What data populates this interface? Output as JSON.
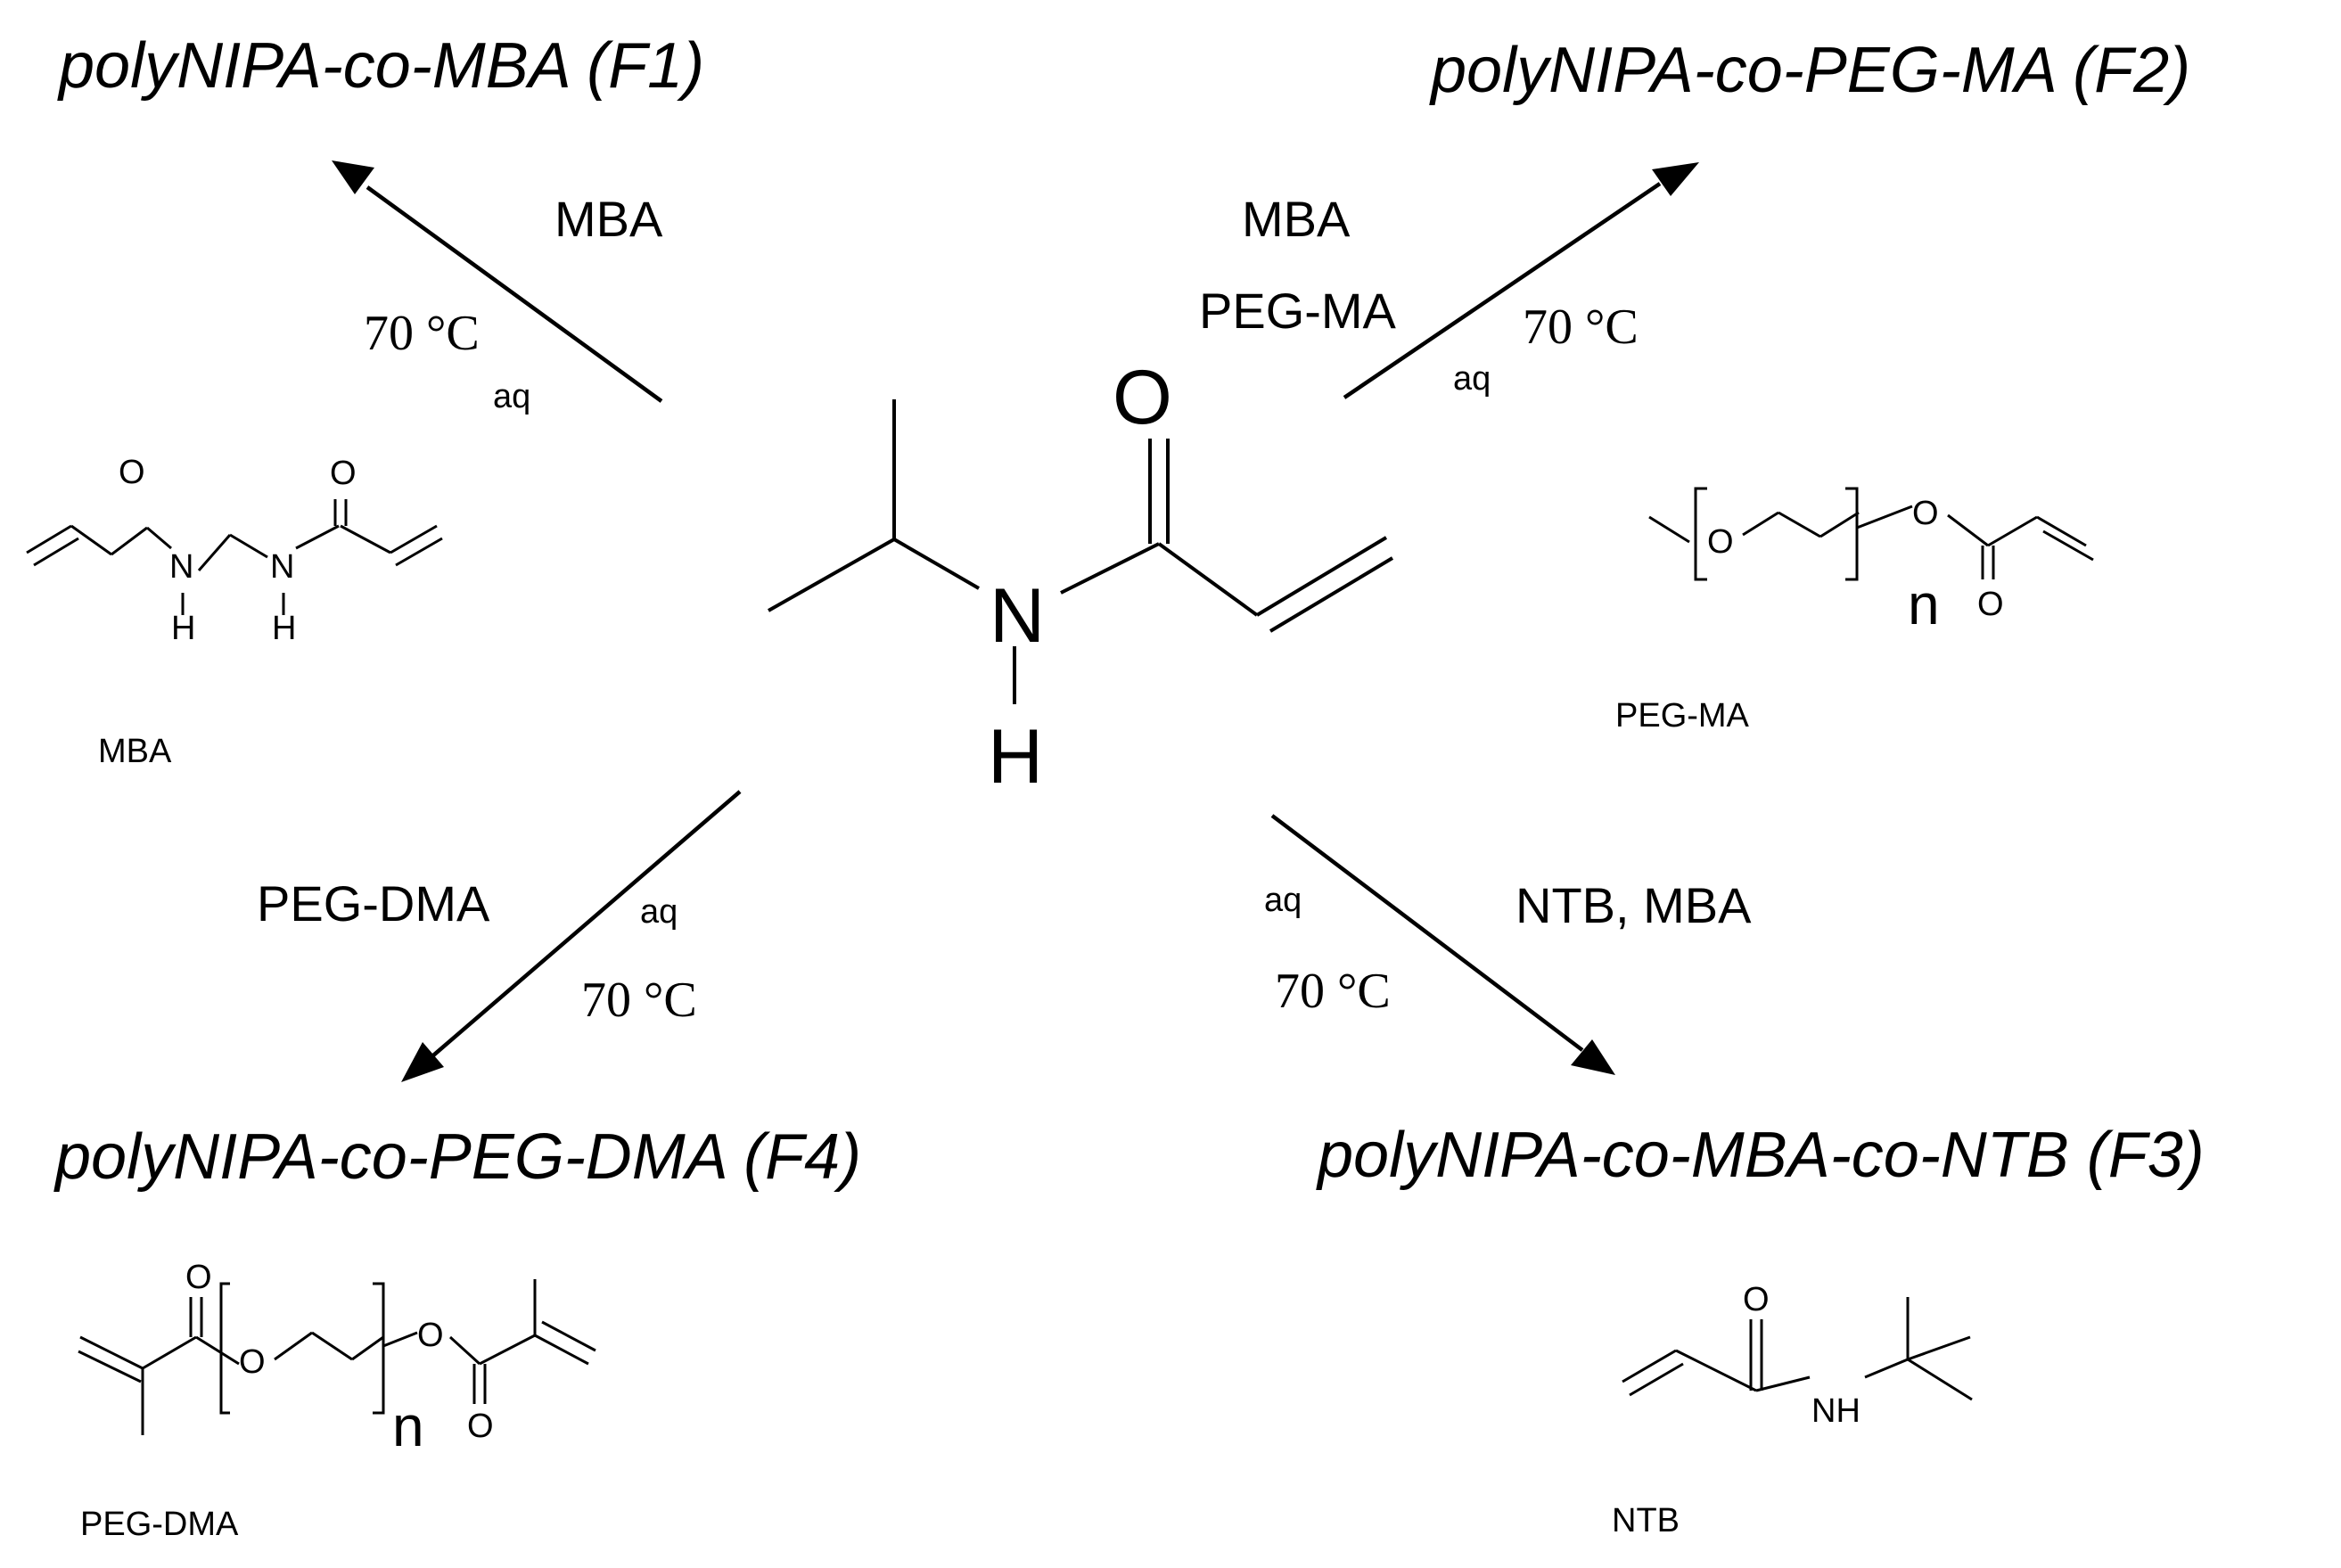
{
  "products": {
    "f1": "polyNIPA-co-MBA (F1)",
    "f2": "polyNIPA-co-PEG-MA (F2)",
    "f3": "polyNIPA-co-MBA-co-NTB (F3)",
    "f4": "polyNIPA-co-PEG-DMA (F4)"
  },
  "conditions": {
    "f1": {
      "reagent": "MBA",
      "temp": "70 °C",
      "solvent": "aq"
    },
    "f2": {
      "reagent_1": "MBA",
      "reagent_2": "PEG-MA",
      "temp": "70 °C",
      "solvent": "aq"
    },
    "f3": {
      "reagent": "NTB, MBA",
      "temp": "70 °C",
      "solvent": "aq"
    },
    "f4": {
      "reagent": "PEG-DMA",
      "temp": "70 °C",
      "solvent": "aq"
    }
  },
  "center": {
    "atom_o": "O",
    "atom_n": "N",
    "atom_h": "H"
  },
  "structures": {
    "mba": {
      "caption": "MBA",
      "o": "O",
      "n": "N",
      "h": "H"
    },
    "pegma": {
      "caption": "PEG-MA",
      "o": "O",
      "n_index": "n"
    },
    "pegdma": {
      "caption": "PEG-DMA",
      "o": "O",
      "n_index": "n"
    },
    "ntb": {
      "caption": "NTB",
      "o": "O",
      "nh": "NH"
    }
  }
}
